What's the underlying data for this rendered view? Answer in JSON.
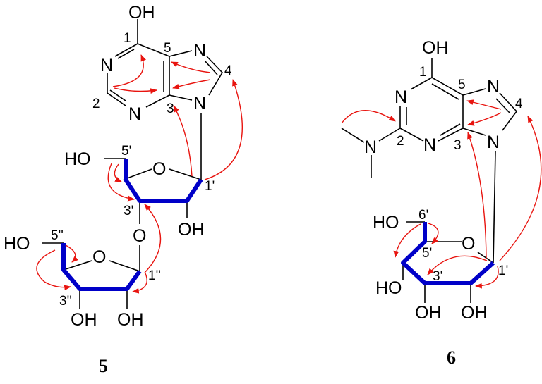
{
  "colors": {
    "bond": "#000000",
    "cosy_bold_bond": "#0000c8",
    "hmbc_arrow": "#e8140f"
  },
  "compound_5": {
    "label": "5",
    "atoms": {
      "oh_top": "OH",
      "n_left": "N",
      "n_bottom": "N",
      "n_top": "N",
      "n_nine": "N",
      "ring_o": "O",
      "ho_5p": "HO",
      "oh_2p": "OH",
      "link_o": "O",
      "ring_o2": "O",
      "ho_5pp": "HO",
      "oh_3pp": "OH",
      "oh_2pp": "OH"
    },
    "numbers": {
      "c1": "1",
      "c2": "2",
      "c3": "3",
      "c4": "4",
      "c5": "5",
      "c1p": "1'",
      "c3p": "3'",
      "c5p": "5'",
      "c1pp": "1''",
      "c3pp": "3''",
      "c5pp": "5''"
    }
  },
  "compound_6": {
    "label": "6",
    "atoms": {
      "oh_top": "OH",
      "n_one": "N",
      "n_three": "N",
      "n_top": "N",
      "n_nine": "N",
      "n_me2": "N",
      "ring_o": "O",
      "ho_6p": "HO",
      "ho_4p": "HO",
      "oh_3p": "OH",
      "oh_2p": "OH"
    },
    "numbers": {
      "c1": "1",
      "c2": "2",
      "c3": "3",
      "c4": "4",
      "c5": "5",
      "c1p": "1'",
      "c3p": "3'",
      "c5p": "5'",
      "c6p": "6'"
    }
  }
}
